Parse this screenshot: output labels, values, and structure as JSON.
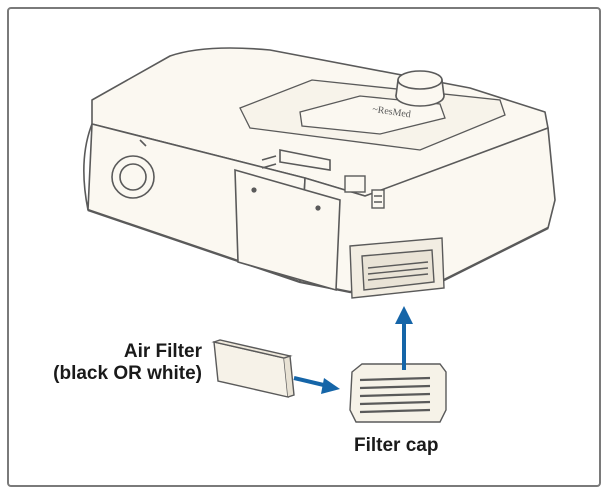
{
  "labels": {
    "air_filter_line1": "Air Filter",
    "air_filter_line2": "(black OR white)",
    "filter_cap": "Filter cap"
  },
  "colors": {
    "arrow": "#1565a8",
    "device_fill": "#fbf8f1",
    "device_stroke": "#5a5a5a",
    "filter_fill": "#f6f2e8",
    "frame_border": "#7a7a7a"
  }
}
